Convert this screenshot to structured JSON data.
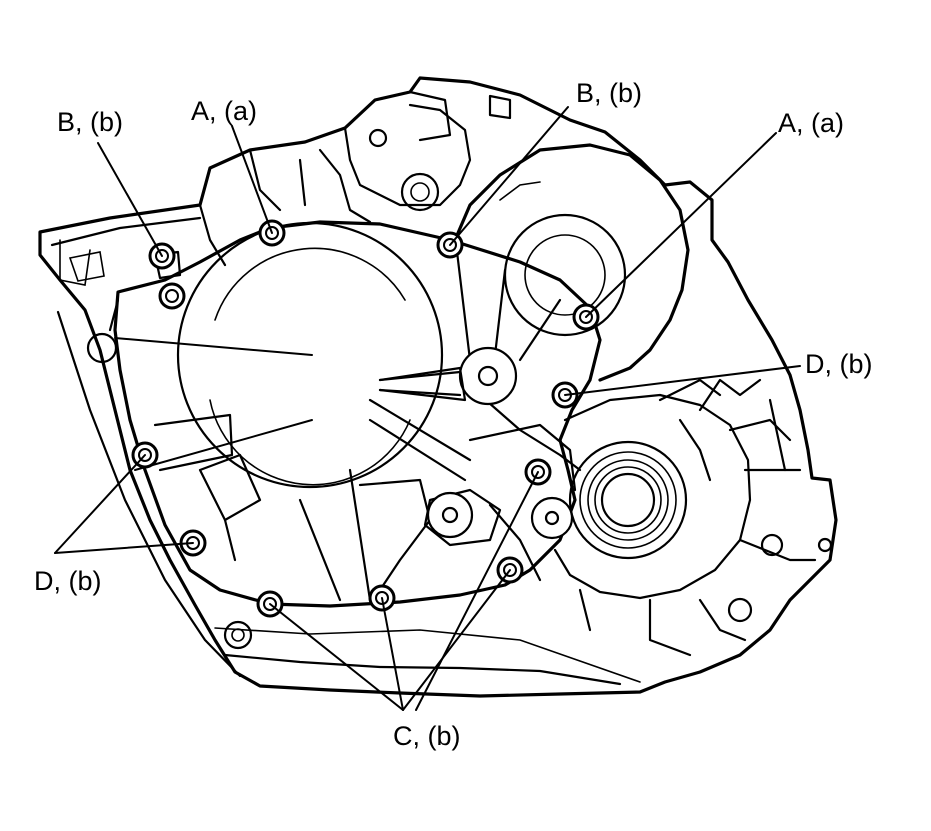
{
  "callouts": {
    "b_b_upper_left": "B, (b)",
    "a_a_upper_left": "A, (a)",
    "b_b_top_right": "B, (b)",
    "a_a_right": "A, (a)",
    "d_b_right": "D, (b)",
    "d_b_left": "D, (b)",
    "c_b_bottom": "C, (b)"
  }
}
